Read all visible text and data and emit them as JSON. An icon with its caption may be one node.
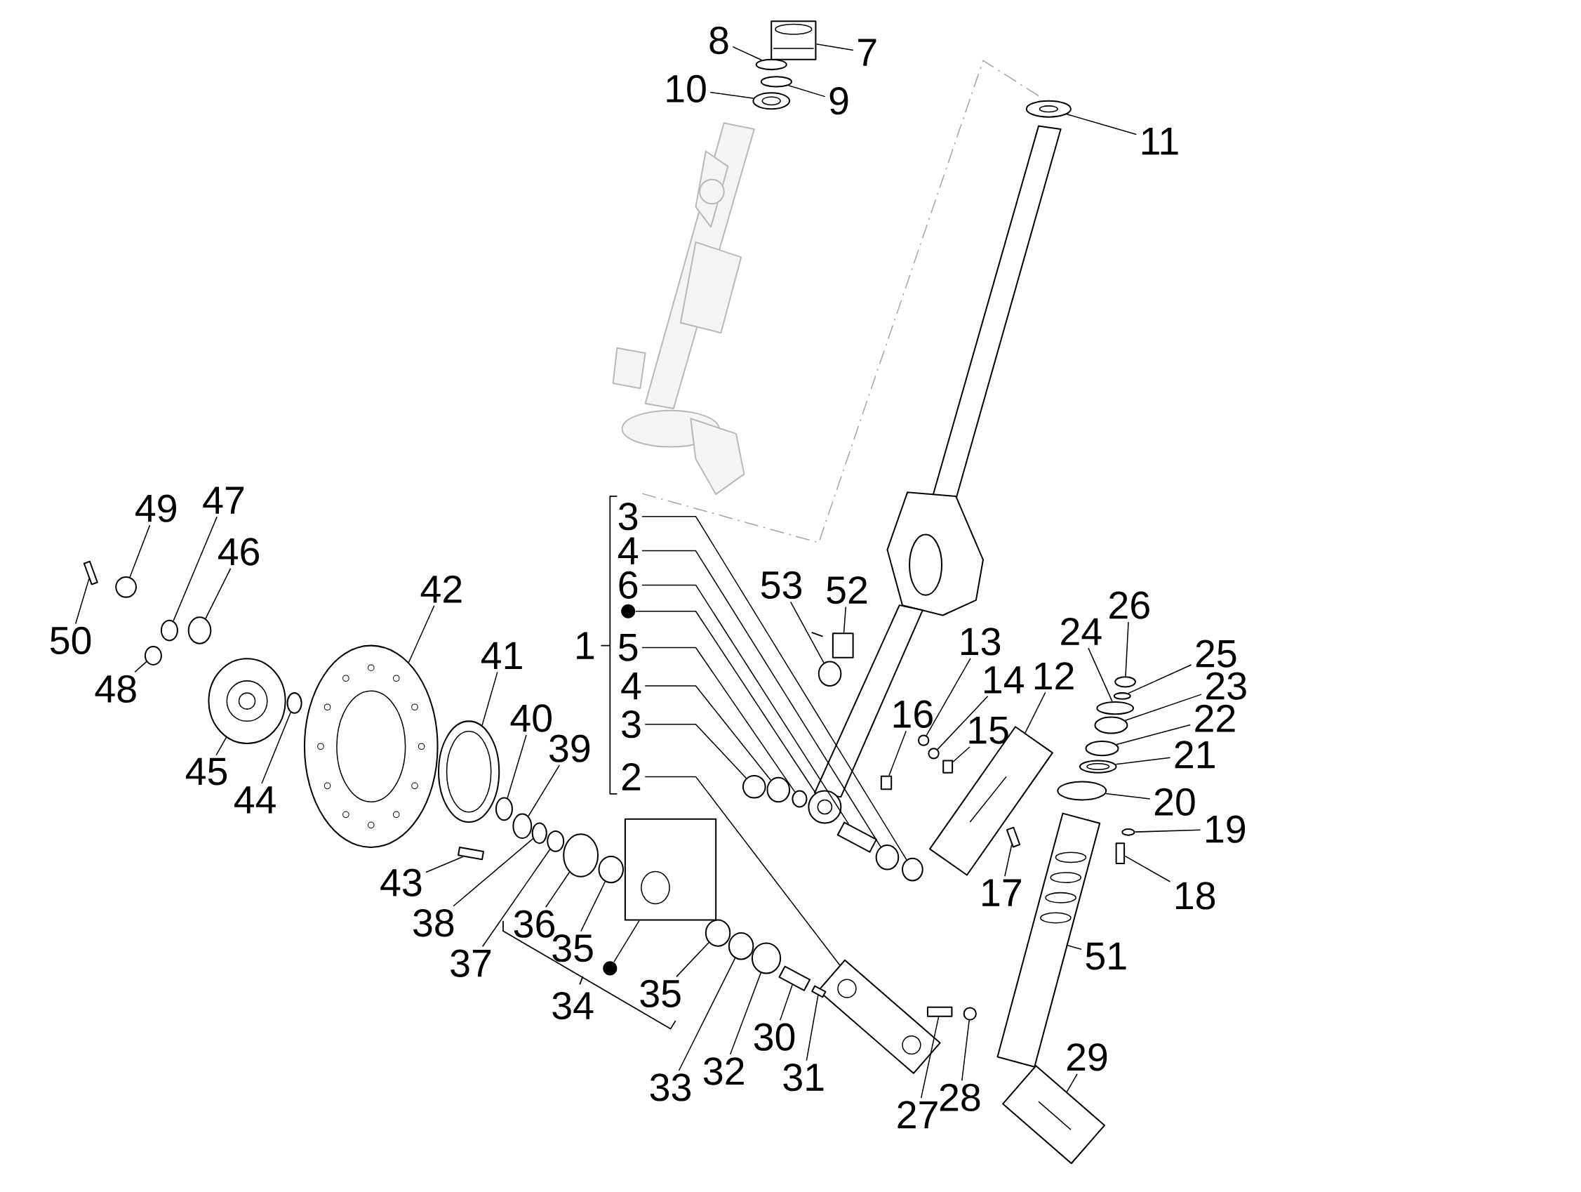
{
  "diagram": {
    "nodes": [
      {
        "text": [
          "8"
        ]
      },
      {
        "text": [
          "7"
        ]
      },
      {
        "text": [
          "10"
        ]
      },
      {
        "text": [
          "9"
        ]
      },
      {
        "text": [
          "11"
        ]
      },
      {
        "text": [
          "3"
        ]
      },
      {
        "text": [
          "4"
        ]
      },
      {
        "text": [
          "6"
        ]
      },
      {
        "text": [],
        "shape": "circle"
      },
      {
        "text": [
          "5"
        ]
      },
      {
        "text": [
          "4"
        ]
      },
      {
        "text": [
          "3"
        ]
      },
      {
        "text": [
          "2"
        ]
      },
      {
        "text": [
          "1"
        ]
      },
      {
        "text": [
          "53"
        ]
      },
      {
        "text": [
          "52"
        ]
      },
      {
        "text": [
          "26"
        ]
      },
      {
        "text": [
          "13"
        ]
      },
      {
        "text": [
          "24"
        ]
      },
      {
        "text": [
          "25"
        ]
      },
      {
        "text": [
          "23"
        ]
      },
      {
        "text": [
          "14"
        ]
      },
      {
        "text": [
          "12"
        ]
      },
      {
        "text": [
          "22"
        ]
      },
      {
        "text": [
          "15"
        ]
      },
      {
        "text": [
          "16"
        ]
      },
      {
        "text": [
          "21"
        ]
      },
      {
        "text": [
          "20"
        ]
      },
      {
        "text": [
          "19"
        ]
      },
      {
        "text": [
          "18"
        ]
      },
      {
        "text": [
          "17"
        ]
      },
      {
        "text": [
          "51"
        ]
      },
      {
        "text": [
          "29"
        ]
      },
      {
        "text": [
          "28"
        ]
      },
      {
        "text": [
          "27"
        ]
      },
      {
        "text": [
          "30"
        ]
      },
      {
        "text": [
          "31"
        ]
      },
      {
        "text": [
          "32"
        ]
      },
      {
        "text": [
          "33"
        ]
      },
      {
        "text": [
          "35"
        ]
      },
      {
        "text": [
          "35"
        ]
      },
      {
        "text": [
          "36"
        ]
      },
      {
        "text": [
          "34"
        ]
      },
      {
        "text": [
          "37"
        ]
      },
      {
        "text": [
          "38"
        ]
      },
      {
        "text": [
          "39"
        ]
      },
      {
        "text": [
          "40"
        ]
      },
      {
        "text": [
          "41"
        ]
      },
      {
        "text": [
          "42"
        ]
      },
      {
        "text": [
          "43"
        ]
      },
      {
        "text": [
          "44"
        ]
      },
      {
        "text": [
          "45"
        ]
      },
      {
        "text": [
          "46"
        ]
      },
      {
        "text": [
          "47"
        ]
      },
      {
        "text": [
          "48"
        ]
      },
      {
        "text": [
          "49"
        ]
      },
      {
        "text": [
          "50"
        ]
      },
      {
        "text": [],
        "shape": "circle"
      },
      {
        "text": [],
        "shape": "circle"
      },
      {
        "text": [],
        "shape": "picture"
      },
      {
        "text": [],
        "shape": "picture"
      },
      {
        "text": [],
        "shape": "circle"
      },
      {
        "text": [],
        "shape": "picture"
      },
      {
        "text": [],
        "shape": "circle"
      },
      {
        "text": [],
        "shape": "circle"
      },
      {
        "text": [],
        "shape": "box"
      },
      {
        "text": [],
        "shape": "picture"
      },
      {
        "text": [],
        "shape": "circle"
      },
      {
        "text": [],
        "shape": "circle"
      },
      {
        "text": [],
        "shape": "circle"
      },
      {
        "text": [],
        "shape": "picture"
      },
      {
        "text": [],
        "shape": "circle"
      },
      {
        "text": [],
        "shape": "box"
      },
      {
        "text": [],
        "shape": "circle"
      },
      {
        "text": [],
        "shape": "circle"
      },
      {
        "text": [],
        "shape": "circle"
      },
      {
        "text": [],
        "shape": "circle"
      },
      {
        "text": [],
        "shape": "circle"
      },
      {
        "text": [],
        "shape": "circle"
      },
      {
        "text": [],
        "shape": "picture"
      },
      {
        "text": [],
        "shape": "circle"
      },
      {
        "text": [],
        "shape": "box"
      },
      {
        "text": [],
        "shape": "box"
      },
      {
        "text": [],
        "shape": "picture"
      },
      {
        "text": [],
        "shape": "circle"
      },
      {
        "text": [],
        "shape": "circle"
      },
      {
        "text": [],
        "shape": "box"
      },
      {
        "text": [],
        "shape": "box"
      },
      {
        "text": [],
        "shape": "picture"
      },
      {
        "text": [],
        "shape": "picture"
      },
      {
        "text": [],
        "shape": "circle"
      },
      {
        "text": [],
        "shape": "box"
      },
      {
        "text": [],
        "shape": "box"
      },
      {
        "text": [],
        "shape": "box"
      },
      {
        "text": [],
        "shape": "circle"
      },
      {
        "text": [],
        "shape": "circle"
      },
      {
        "text": [],
        "shape": "circle"
      },
      {
        "text": [],
        "shape": "circle"
      },
      {
        "text": [],
        "shape": "circle"
      },
      {
        "text": [],
        "shape": "circle"
      },
      {
        "text": [],
        "shape": "circle"
      },
      {
        "text": [],
        "shape": "circle"
      },
      {
        "text": [],
        "shape": "circle"
      },
      {
        "text": [],
        "shape": "picture"
      },
      {
        "text": [],
        "shape": "picture"
      },
      {
        "text": [],
        "shape": "box"
      },
      {
        "text": [],
        "shape": "circle"
      },
      {
        "text": [],
        "shape": "picture"
      },
      {
        "text": [],
        "shape": "circle"
      },
      {
        "text": [],
        "shape": "circle"
      },
      {
        "text": [],
        "shape": "circle"
      },
      {
        "text": [],
        "shape": "circle"
      },
      {
        "text": [],
        "shape": "box"
      },
      {
        "text": [],
        "shape": "picture"
      }
    ],
    "edges": [
      {
        "from": 0,
        "to": 58,
        "arrow": "none"
      },
      {
        "from": 1,
        "to": 59,
        "arrow": "none"
      },
      {
        "from": 2,
        "to": 60,
        "arrow": "none"
      },
      {
        "from": 3,
        "to": 61,
        "arrow": "none"
      },
      {
        "from": 4,
        "to": 62,
        "arrow": "none"
      },
      {
        "from": 5,
        "to": 63,
        "arrow": "none"
      },
      {
        "from": 6,
        "to": 64,
        "arrow": "none"
      },
      {
        "from": 7,
        "to": 65,
        "arrow": "none"
      },
      {
        "from": 8,
        "to": 66,
        "arrow": "none"
      },
      {
        "from": 9,
        "to": 67,
        "arrow": "none"
      },
      {
        "from": 10,
        "to": 68,
        "arrow": "none"
      },
      {
        "from": 11,
        "to": 69,
        "arrow": "none"
      },
      {
        "from": 12,
        "to": 70,
        "arrow": "none"
      },
      {
        "from": 14,
        "to": 71,
        "arrow": "none"
      },
      {
        "from": 15,
        "to": 72,
        "arrow": "none"
      },
      {
        "from": 16,
        "to": 73,
        "arrow": "none"
      },
      {
        "from": 17,
        "to": 74,
        "arrow": "none"
      },
      {
        "from": 18,
        "to": 75,
        "arrow": "none"
      },
      {
        "from": 19,
        "to": 76,
        "arrow": "none"
      },
      {
        "from": 20,
        "to": 77,
        "arrow": "none"
      },
      {
        "from": 21,
        "to": 78,
        "arrow": "none"
      },
      {
        "from": 22,
        "to": 79,
        "arrow": "none"
      },
      {
        "from": 23,
        "to": 80,
        "arrow": "none"
      },
      {
        "from": 24,
        "to": 81,
        "arrow": "none"
      },
      {
        "from": 25,
        "to": 82,
        "arrow": "none"
      },
      {
        "from": 26,
        "to": 83,
        "arrow": "none"
      },
      {
        "from": 27,
        "to": 84,
        "arrow": "none"
      },
      {
        "from": 28,
        "to": 85,
        "arrow": "none"
      },
      {
        "from": 29,
        "to": 86,
        "arrow": "none"
      },
      {
        "from": 30,
        "to": 87,
        "arrow": "none"
      },
      {
        "from": 31,
        "to": 88,
        "arrow": "none"
      },
      {
        "from": 32,
        "to": 89,
        "arrow": "none"
      },
      {
        "from": 33,
        "to": 90,
        "arrow": "none"
      },
      {
        "from": 34,
        "to": 91,
        "arrow": "none"
      },
      {
        "from": 35,
        "to": 92,
        "arrow": "none"
      },
      {
        "from": 36,
        "to": 93,
        "arrow": "none"
      },
      {
        "from": 37,
        "to": 94,
        "arrow": "none"
      },
      {
        "from": 38,
        "to": 95,
        "arrow": "none"
      },
      {
        "from": 39,
        "to": 96,
        "arrow": "none"
      },
      {
        "from": 40,
        "to": 97,
        "arrow": "none"
      },
      {
        "from": 41,
        "to": 98,
        "arrow": "none"
      },
      {
        "from": 43,
        "to": 99,
        "arrow": "none"
      },
      {
        "from": 44,
        "to": 100,
        "arrow": "none"
      },
      {
        "from": 45,
        "to": 101,
        "arrow": "none"
      },
      {
        "from": 46,
        "to": 102,
        "arrow": "none"
      },
      {
        "from": 47,
        "to": 103,
        "arrow": "none"
      },
      {
        "from": 48,
        "to": 104,
        "arrow": "none"
      },
      {
        "from": 49,
        "to": 105,
        "arrow": "none"
      },
      {
        "from": 50,
        "to": 106,
        "arrow": "none"
      },
      {
        "from": 51,
        "to": 107,
        "arrow": "none"
      },
      {
        "from": 52,
        "to": 108,
        "arrow": "none"
      },
      {
        "from": 53,
        "to": 109,
        "arrow": "none"
      },
      {
        "from": 54,
        "to": 110,
        "arrow": "none"
      },
      {
        "from": 55,
        "to": 111,
        "arrow": "none"
      },
      {
        "from": 56,
        "to": 112,
        "arrow": "none"
      },
      {
        "from": 57,
        "to": 113,
        "arrow": "none"
      }
    ]
  }
}
